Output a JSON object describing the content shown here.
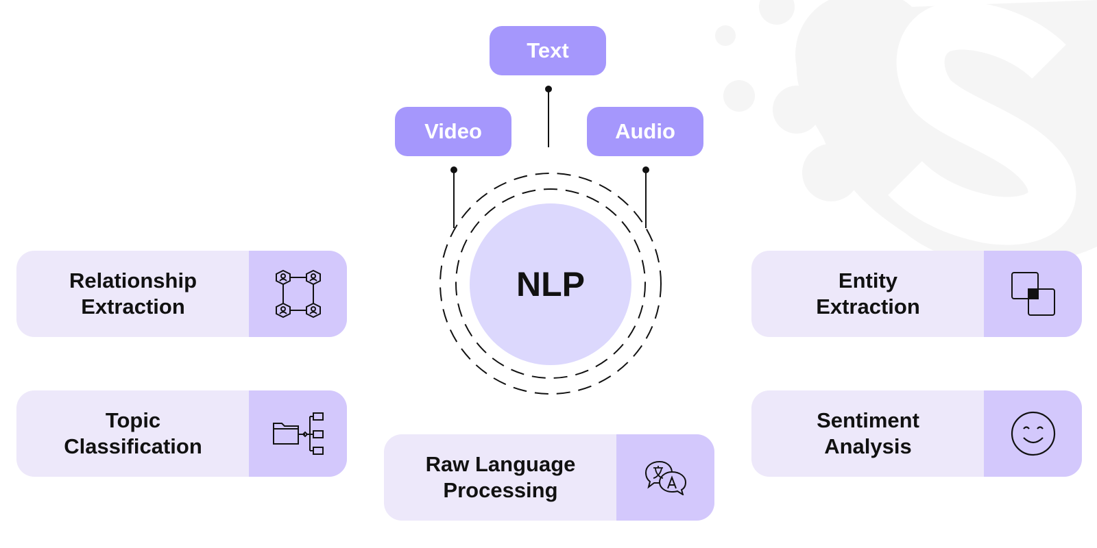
{
  "diagram": {
    "center": {
      "label": "NLP"
    },
    "inputs": [
      {
        "id": "text",
        "label": "Text"
      },
      {
        "id": "video",
        "label": "Video"
      },
      {
        "id": "audio",
        "label": "Audio"
      }
    ],
    "capabilities": [
      {
        "id": "relationship",
        "line1": "Relationship",
        "line2": "Extraction",
        "icon": "network-nodes-icon"
      },
      {
        "id": "topic",
        "line1": "Topic",
        "line2": "Classification",
        "icon": "folder-tree-icon"
      },
      {
        "id": "raw",
        "line1": "Raw Language",
        "line2": "Processing",
        "icon": "translate-chat-icon"
      },
      {
        "id": "entity",
        "line1": "Entity",
        "line2": "Extraction",
        "icon": "overlapping-squares-icon"
      },
      {
        "id": "sentiment",
        "line1": "Sentiment",
        "line2": "Analysis",
        "icon": "smiley-face-icon"
      }
    ]
  },
  "colors": {
    "input_box": "#a597fc",
    "core_circle": "#dcd8fd",
    "card_bg": "#ede8fa",
    "icon_panel": "#d3c8fc",
    "text": "#111111"
  }
}
